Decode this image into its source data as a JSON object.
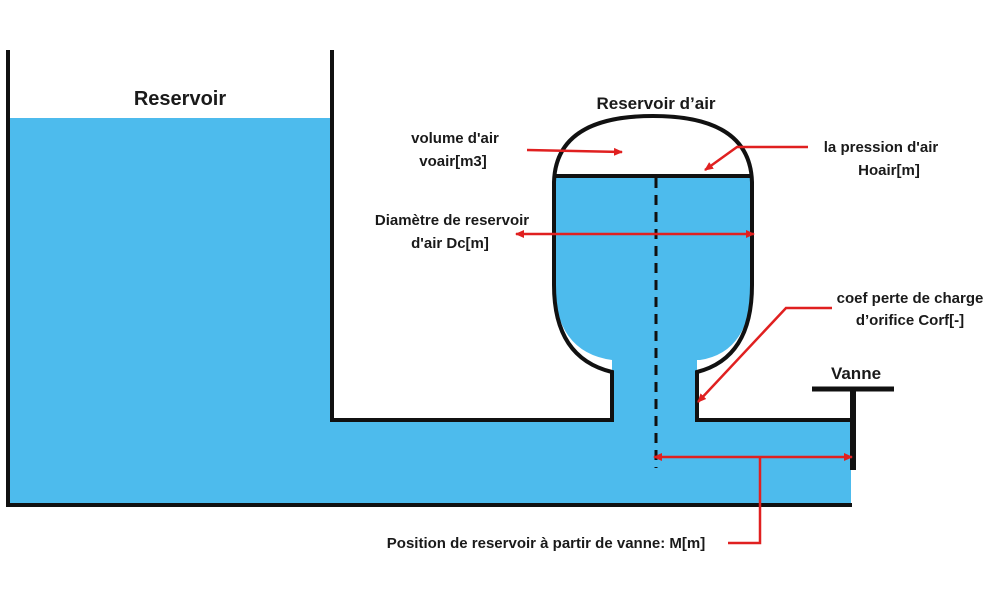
{
  "colors": {
    "water": "#4dbbed",
    "wall": "#111111",
    "annotation": "#e02020",
    "background": "#ffffff"
  },
  "labels": {
    "reservoir_title": "Reservoir",
    "air_reservoir_title": "Reservoir d’air",
    "air_volume_line1": "volume d'air",
    "air_volume_line2": "voair[m3]",
    "air_pressure_line1": "la pression d'air",
    "air_pressure_line2": "Hoair[m]",
    "diameter_line1": "Diamètre de reservoir",
    "diameter_line2": "d'air Dc[m]",
    "orifice_line1": "coef perte de charge",
    "orifice_line2": "d’orifice Corf[-]",
    "valve_title": "Vanne",
    "position_label": "Position de reservoir à partir de vanne: M[m]"
  }
}
